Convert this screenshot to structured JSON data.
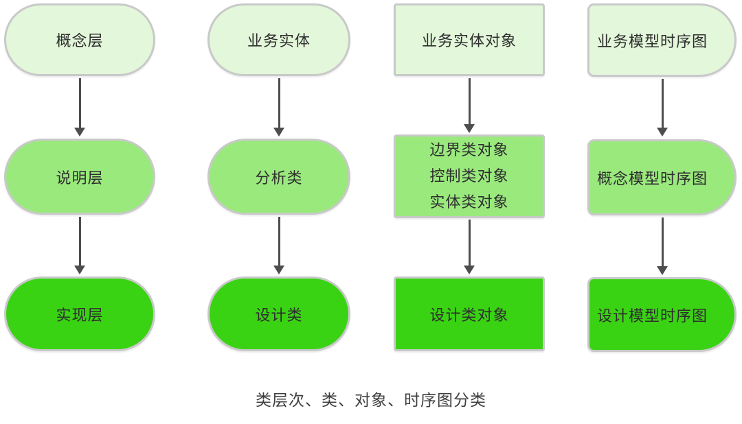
{
  "diagram": {
    "caption": "类层次、类、对象、时序图分类",
    "colors": {
      "level1_fill": "#e3f7da",
      "level2_fill": "#9ae97d",
      "level3_fill": "#3ad314",
      "border": "#c9c9c9",
      "arrow": "#4d4d4d",
      "node_text": "#2e2e2e",
      "caption_text": "#3f3f3f"
    },
    "columns": [
      {
        "name": "class-hierarchy",
        "shape": "stadium",
        "nodes": [
          {
            "label": "概念层",
            "level": 1
          },
          {
            "label": "说明层",
            "level": 2
          },
          {
            "label": "实现层",
            "level": 3
          }
        ]
      },
      {
        "name": "classes",
        "shape": "stadium",
        "nodes": [
          {
            "label": "业务实体",
            "level": 1
          },
          {
            "label": "分析类",
            "level": 2
          },
          {
            "label": "设计类",
            "level": 3
          }
        ]
      },
      {
        "name": "objects",
        "shape": "rect",
        "nodes": [
          {
            "label": "业务实体对象",
            "level": 1
          },
          {
            "lines": [
              "边界类对象",
              "控制类对象",
              "实体类对象"
            ],
            "level": 2
          },
          {
            "label": "设计类对象",
            "level": 3
          }
        ]
      },
      {
        "name": "sequence-diagrams",
        "shape": "halfround",
        "nodes": [
          {
            "label": "业务模型时序图",
            "level": 1
          },
          {
            "label": "概念模型时序图",
            "level": 2
          },
          {
            "label": "设计模型时序图",
            "level": 3
          }
        ]
      }
    ]
  }
}
